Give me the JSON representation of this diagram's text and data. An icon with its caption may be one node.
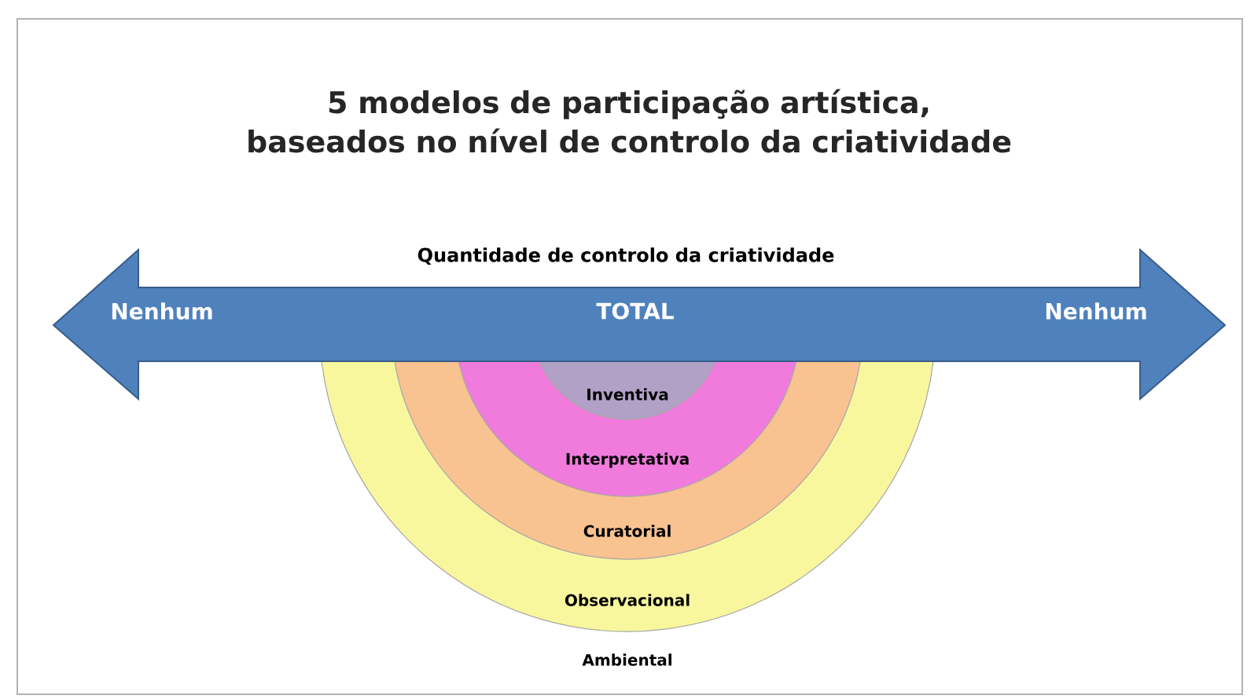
{
  "diagram": {
    "title": "5 modelos de participação artística, baseados no nível de controlo da criatividade",
    "nodes": [
      {
        "text": [
          "Quantidade de controlo da criatividade",
          "Nenhum",
          "TOTAL",
          "Nenhum"
        ]
      },
      {
        "text": [
          "Observacional"
        ]
      },
      {
        "text": [
          "Curatorial"
        ],
        "in": 1
      },
      {
        "text": [
          "Interpretativa"
        ],
        "in": 2
      },
      {
        "text": [
          "Inventiva"
        ],
        "in": 3
      }
    ],
    "edges": [],
    "labels": [
      "Ambiental"
    ]
  }
}
